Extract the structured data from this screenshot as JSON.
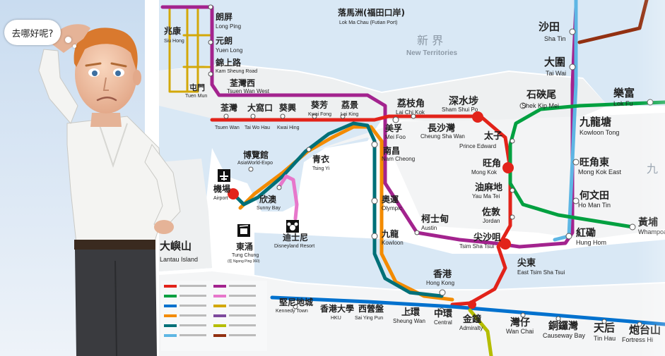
{
  "speech_bubble": "去哪好呢?",
  "top_stations": {
    "lok_ma_chau_zh": "落馬洲(福田口岸)",
    "lok_ma_chau_en": "Lok Ma Chau (Futian Port)",
    "new_territories_zh": "新 界",
    "new_territories_en": "New Territories",
    "sha_tin_zh": "沙田",
    "sha_tin_en": "Sha Tin",
    "tai_wai_zh": "大圍",
    "tai_wai_en": "Tai Wai",
    "siu_hong_zh": "兆康",
    "siu_hong_en": "Siu Hong",
    "long_ping_zh": "朗屏",
    "long_ping_en": "Long Ping",
    "yuen_long_zh": "元朗",
    "yuen_long_en": "Yuen Long",
    "kam_sheung_zh": "錦上路",
    "kam_sheung_en": "Kam Sheung Road",
    "tsuen_wan_west_zh": "荃灣西",
    "tsuen_wan_west_en": "Tsuen Wan West",
    "tuen_mun_zh": "屯門",
    "tuen_mun_en": "Tuen Mun"
  },
  "tsuen_wan_line": {
    "tsuen_wan_zh": "荃灣",
    "tsuen_wan_en": "Tsuen Wan",
    "tai_wo_hau_zh": "大窩口",
    "tai_wo_hau_en": "Tai Wo Hau",
    "kwai_hing_zh": "葵興",
    "kwai_hing_en": "Kwai Hing",
    "kwai_fong_zh": "葵芳",
    "kwai_fong_en": "Kwai Fong",
    "lai_king_zh": "荔景",
    "lai_king_en": "Lai King",
    "lai_chi_kok_zh": "荔枝角",
    "lai_chi_kok_en": "Lai Chi Kok",
    "sham_shui_po_zh": "深水埗",
    "sham_shui_po_en": "Sham Shui Po",
    "cheung_sha_wan_zh": "長沙灣",
    "cheung_sha_wan_en": "Cheung Sha Wan",
    "mei_foo_zh": "美孚",
    "mei_foo_en": "Mei Foo",
    "prince_edward_zh": "太子",
    "prince_edward_en": "Prince Edward",
    "mong_kok_zh": "旺角",
    "mong_kok_en": "Mong Kok",
    "yau_ma_tei_zh": "油麻地",
    "yau_ma_tei_en": "Yau Ma Tei",
    "jordan_zh": "佐敦",
    "jordan_en": "Jordan",
    "tsim_sha_tsui_zh": "尖沙咀",
    "tsim_sha_tsui_en": "Tsim Sha Tsui"
  },
  "east_stations": {
    "shek_kip_mei_zh": "石硤尾",
    "shek_kip_mei_en": "Shek Kip Mei",
    "lok_fu_zh": "樂富",
    "lok_fu_en": "Lok Fu",
    "kowloon_tong_zh": "九龍塘",
    "kowloon_tong_en": "Kowloon Tong",
    "mong_kok_east_zh": "旺角東",
    "mong_kok_east_en": "Mong Kok East",
    "ho_man_tin_zh": "何文田",
    "ho_man_tin_en": "Ho Man Tin",
    "hung_hom_zh": "紅磡",
    "hung_hom_en": "Hung Hom",
    "whampoa_zh": "黃埔",
    "whampoa_en": "Whampoa",
    "east_tst_zh": "尖東",
    "east_tst_en": "East Tsim Sha Tsui"
  },
  "west_stations": {
    "asiaworld_zh": "博覽館",
    "asiaworld_en": "AsiaWorld-Expo",
    "tsing_yi_zh": "青衣",
    "tsing_yi_en": "Tsing Yi",
    "nam_cheong_zh": "南昌",
    "nam_cheong_en": "Nam Cheong",
    "airport_zh": "機場",
    "airport_en": "Airport",
    "sunny_bay_zh": "欣澳",
    "sunny_bay_en": "Sunny Bay",
    "olympic_zh": "奧運",
    "olympic_en": "Olympic",
    "austin_zh": "柯士甸",
    "austin_en": "Austin",
    "kowloon_zh": "九龍",
    "kowloon_en": "Kowloon",
    "tung_chung_zh": "東涌",
    "tung_chung_en": "Tung Chung",
    "tung_chung_sub": "(往 Ngong Ping 360)",
    "disneyland_zh": "迪士尼",
    "disneyland_en": "Disneyland Resort",
    "lantau_zh": "大嶼山",
    "lantau_en": "Lantau Island"
  },
  "island_line": {
    "hong_kong_zh": "香港",
    "hong_kong_en": "Hong Kong",
    "kennedy_town_zh": "堅尼地城",
    "kennedy_town_en": "Kennedy Town",
    "hku_zh": "香港大學",
    "hku_en": "HKU",
    "sai_ying_pun_zh": "西營盤",
    "sai_ying_pun_en": "Sai Ying Pun",
    "sheung_wan_zh": "上環",
    "sheung_wan_en": "Sheung Wan",
    "central_zh": "中環",
    "central_en": "Central",
    "admiralty_zh": "金鐘",
    "admiralty_en": "Admiralty",
    "wan_chai_zh": "灣仔",
    "wan_chai_en": "Wan Chai",
    "causeway_bay_zh": "銅鑼灣",
    "causeway_bay_en": "Causeway Bay",
    "tin_hau_zh": "天后",
    "tin_hau_en": "Tin Hau",
    "fortress_hill_zh": "炮台山",
    "fortress_hill_en": "Fortress Hi"
  },
  "edge_fragment": "九",
  "colors": {
    "tsuen_wan": "#e2231a",
    "kwun_tong": "#00a040",
    "island": "#0071ce",
    "tung_chung": "#f38b00",
    "airport": "#007078",
    "east_rail": "#5eb6e4",
    "west_rail": "#a3238e",
    "disneyland": "#e777cb",
    "light_rail": "#d3a809",
    "tko": "#7d499d",
    "south_island": "#b5bd00",
    "ma_on_shan": "#923011"
  }
}
